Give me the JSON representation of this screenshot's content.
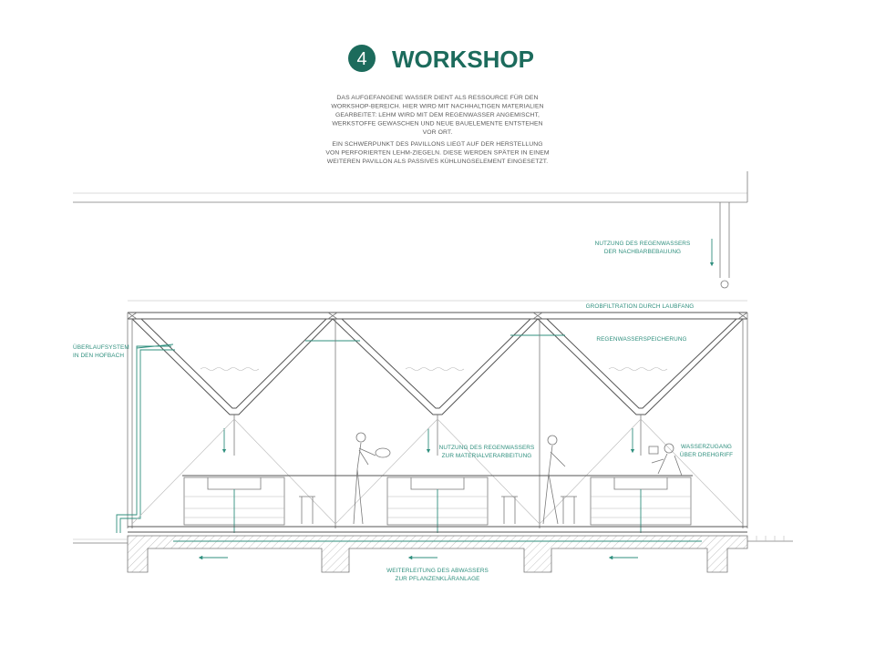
{
  "header": {
    "number": "4",
    "title": "WORKSHOP",
    "color_accent": "#1c6b5c"
  },
  "intro_lines": [
    "DAS AUFGEFANGENE WASSER DIENT ALS RESSOURCE FÜR DEN",
    "WORKSHOP-BEREICH. HIER WIRD MIT NACHHALTIGEN MATERIALIEN",
    "GEARBEITET: LEHM WIRD MIT DEM REGENWASSER ANGEMISCHT,",
    "WERKSTOFFE  GEWASCHEN UND NEUE BAUELEMENTE ENTSTEHEN",
    "VOR ORT.",
    "EIN SCHWERPUNKT DES PAVILLONS LIEGT AUF DER HERSTELLUNG",
    "VON PERFORIERTEN LEHM-ZIEGELN. DIESE WERDEN SPÄTER IN EINEM",
    "WEITEREN PAVILLON ALS PASSIVES KÜHLUNGSELEMENT EINGESETZT."
  ],
  "labels": {
    "nutzung_nachbar": [
      "NUTZUNG DES REGENWASSERS",
      "DER NACHBARBEBAUUNG"
    ],
    "grobfiltration": "GROBFILTRATION DURCH LAUBFANG",
    "speicherung": "REGENWASSERSPEICHERUNG",
    "ueberlauf": [
      "ÜBERLAUFSYSTEM",
      "IN DEN HOFBACH"
    ],
    "materialverarbeitung": [
      "NUTZUNG DES REGENWASSERS",
      "ZUR MATERIALVERARBEITUNG"
    ],
    "wasserzugang": [
      "WASSERZUGANG",
      "ÜBER DREHGRIFF"
    ],
    "abwasser": [
      "WEITERLEITUNG DES ABWASSERS",
      "ZUR PFLANZENKLÄRANLAGE"
    ]
  },
  "colors": {
    "label_teal": "#2f8f7e",
    "line_gray": "#7a7a7a"
  }
}
